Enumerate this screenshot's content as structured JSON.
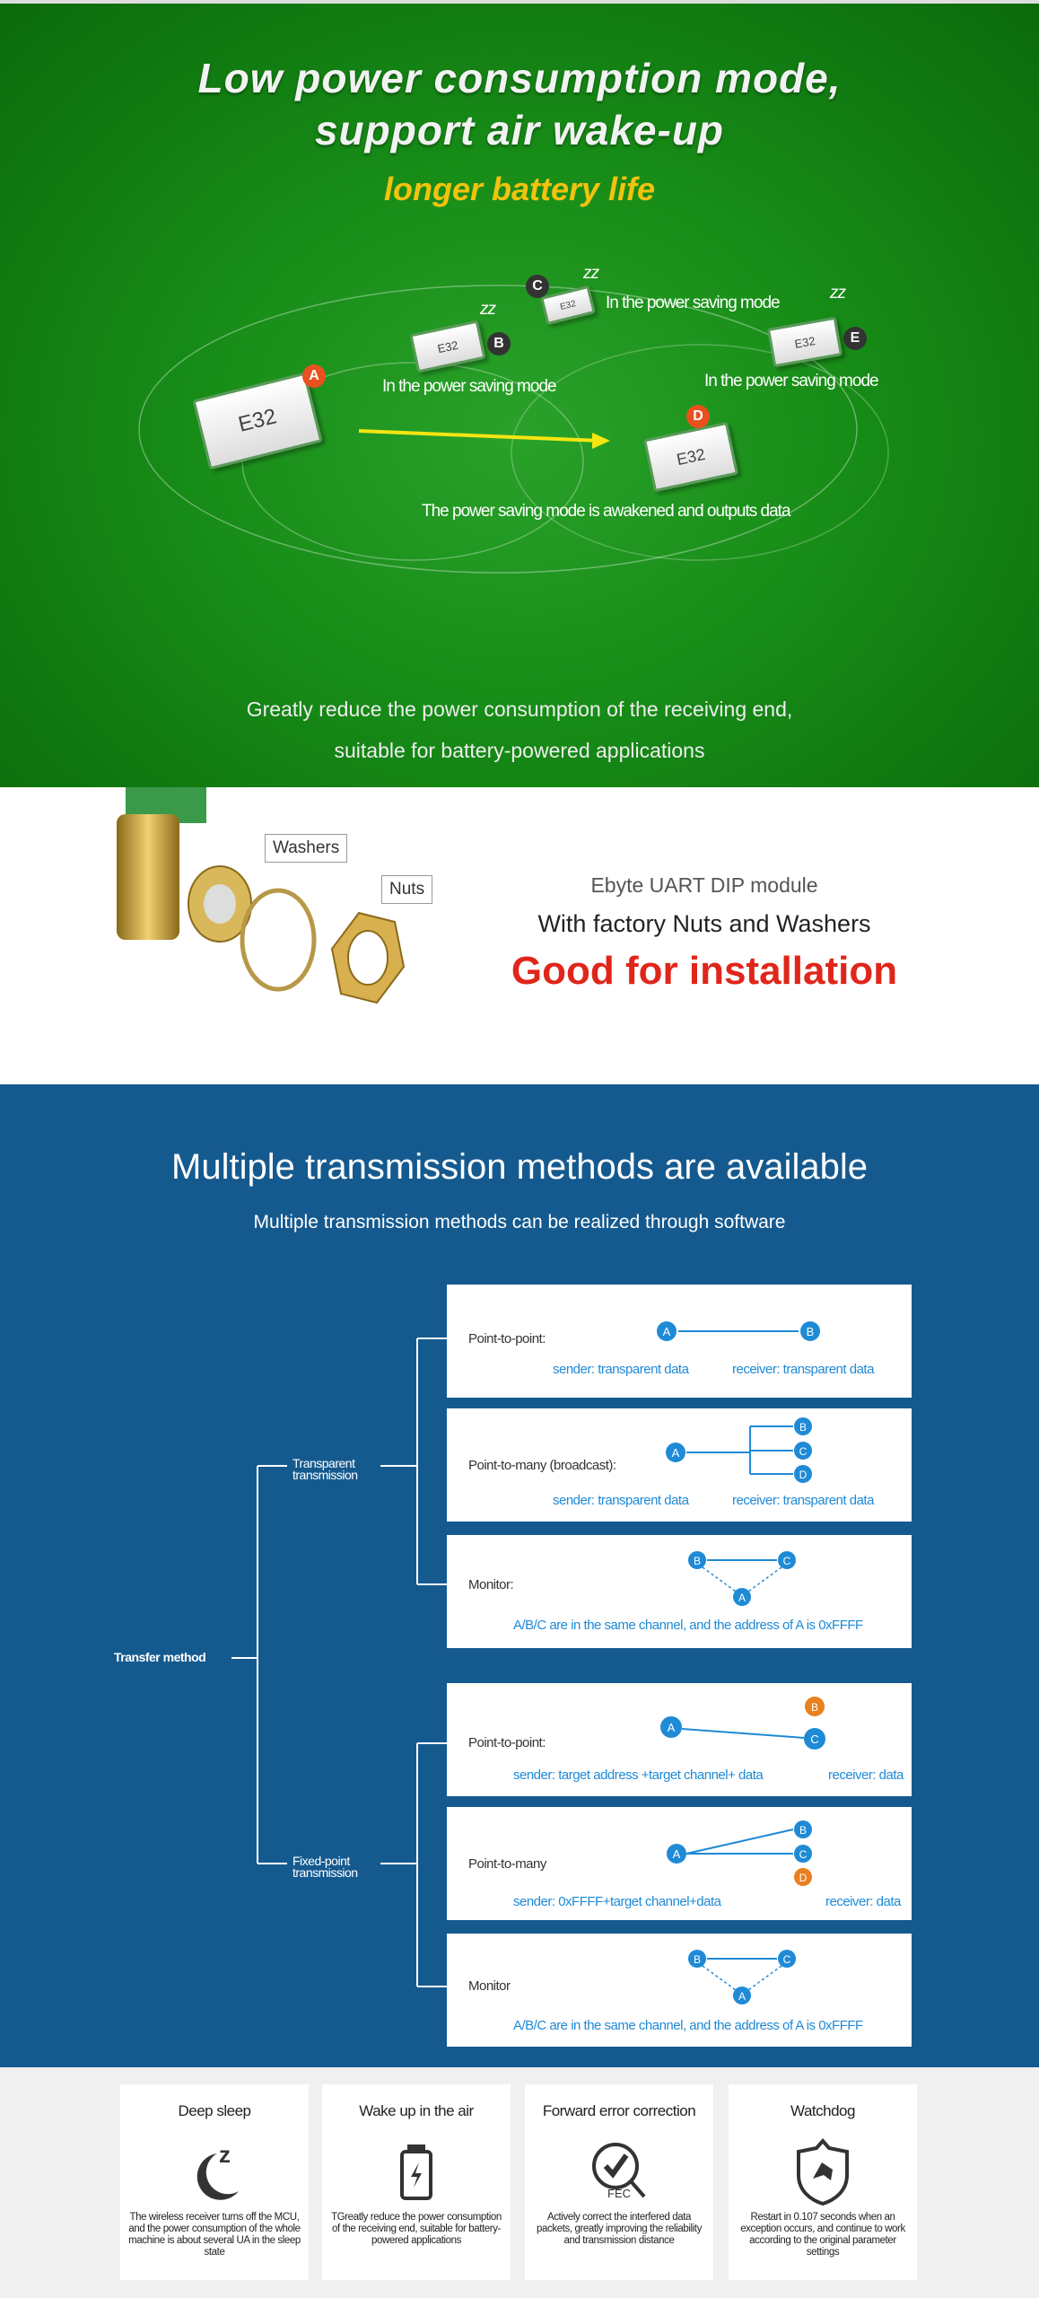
{
  "wakeup_section": {
    "title_lines": [
      "Low power consumption mode,",
      "support air wake-up"
    ],
    "subtitle": "longer battery life",
    "module_text": "E32",
    "nodes": {
      "a": "A",
      "b": "B",
      "c": "C",
      "d": "D",
      "e": "E"
    },
    "sleep_glyph": "zz",
    "label_sleep": "In the power saving mode",
    "label_awake": "The power saving mode is awakened and outputs data",
    "bottom_lines": [
      "Greatly reduce the power consumption of the receiving end,",
      "suitable for battery-powered applications"
    ],
    "colors": {
      "active_badge": "#e8501f",
      "sleep_badge": "#333333",
      "arrow": "#f5e611"
    }
  },
  "install_section": {
    "callouts": {
      "washers": "Washers",
      "nuts": "Nuts"
    },
    "line1": "Ebyte UART DIP module",
    "line2": "With factory Nuts and Washers",
    "headline": "Good for installation",
    "headline_color": "#e0261b"
  },
  "transmission_section": {
    "title": "Multiple transmission methods are available",
    "subtitle": "Multiple transmission methods can be realized through software",
    "root": "Transfer method",
    "branches": [
      {
        "label": "Transparent transmission"
      },
      {
        "label": "Fixed-point transmission"
      }
    ],
    "cards": [
      {
        "label": "Point-to-point:",
        "nodes": [
          "A",
          "B"
        ],
        "captions": [
          "sender: transparent data",
          "receiver: transparent data"
        ]
      },
      {
        "label": "Point-to-many (broadcast):",
        "nodes": [
          "A",
          "B",
          "C",
          "D"
        ],
        "captions": [
          "sender: transparent data",
          "receiver: transparent data"
        ]
      },
      {
        "label": "Monitor:",
        "nodes": [
          "B",
          "C",
          "A"
        ],
        "captions": [
          "A/B/C are in the same channel, and the address of A is 0xFFFF"
        ]
      },
      {
        "label": "Point-to-point:",
        "nodes": [
          "A",
          "B",
          "C"
        ],
        "captions": [
          "sender: target address +target channel+ data",
          "receiver: data"
        ]
      },
      {
        "label": "Point-to-many",
        "nodes": [
          "A",
          "B",
          "C",
          "D"
        ],
        "captions": [
          "sender: 0xFFFF+target channel+data",
          "receiver: data"
        ]
      },
      {
        "label": "Monitor",
        "nodes": [
          "B",
          "C",
          "A"
        ],
        "captions": [
          "A/B/C are in the same channel, and the address of A is 0xFFFF"
        ]
      }
    ],
    "colors": {
      "node": "#1f8ad6",
      "node_alt": "#e8801f",
      "background": "#155a8f"
    }
  },
  "features": [
    {
      "title": "Deep sleep",
      "icon": "moon-sleep-icon",
      "fec": "",
      "desc": "The wireless receiver turns off the MCU, and the power consumption of the whole machine is about several UA in the sleep state"
    },
    {
      "title": "Wake up in the air",
      "icon": "battery-charge-icon",
      "fec": "",
      "desc": "TGreatly reduce the power consumption of the receiving end, suitable for battery-powered applications"
    },
    {
      "title": "Forward error correction",
      "icon": "magnifier-check-icon",
      "fec": "FEC",
      "desc": "Actively correct the interfered data packets, greatly improving the reliability and transmission distance"
    },
    {
      "title": "Watchdog",
      "icon": "shield-dog-icon",
      "fec": "",
      "desc": "Restart in 0.107 seconds when an exception occurs, and continue to work according to the original parameter settings"
    }
  ]
}
